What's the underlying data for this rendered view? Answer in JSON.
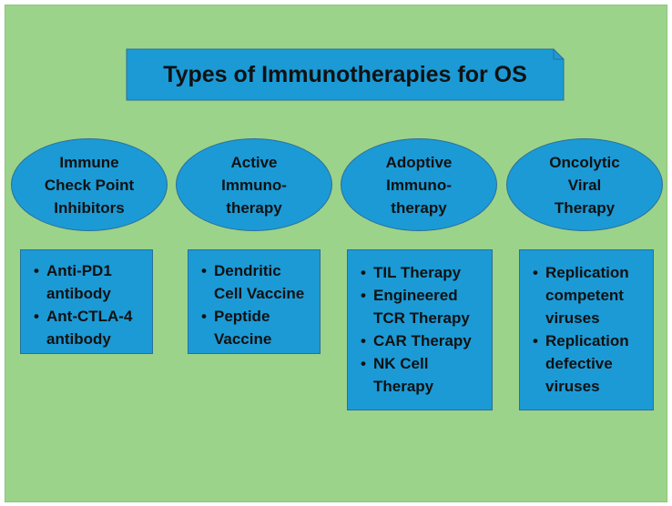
{
  "title": "Types of Immunotherapies for OS",
  "colors": {
    "background": "#9bd38a",
    "shape_fill": "#1b9ad6",
    "shape_border": "#2b6f9a",
    "text": "#111111"
  },
  "categories": [
    {
      "label": "Immune\nCheck Point\nInhibitors",
      "items": [
        "Anti-PD1\nantibody",
        "Ant-CTLA-4\nantibody"
      ]
    },
    {
      "label": "Active\nImmuno-\ntherapy",
      "items": [
        "Dendritic\nCell Vaccine",
        "Peptide\nVaccine"
      ]
    },
    {
      "label": "Adoptive\nImmuno-\ntherapy",
      "items": [
        "TIL Therapy",
        "Engineered\nTCR Therapy",
        "CAR Therapy",
        "NK Cell\nTherapy"
      ]
    },
    {
      "label": "Oncolytic\nViral\nTherapy",
      "items": [
        "Replication\ncompetent\nviruses",
        "Replication\ndefective\nviruses"
      ]
    }
  ]
}
